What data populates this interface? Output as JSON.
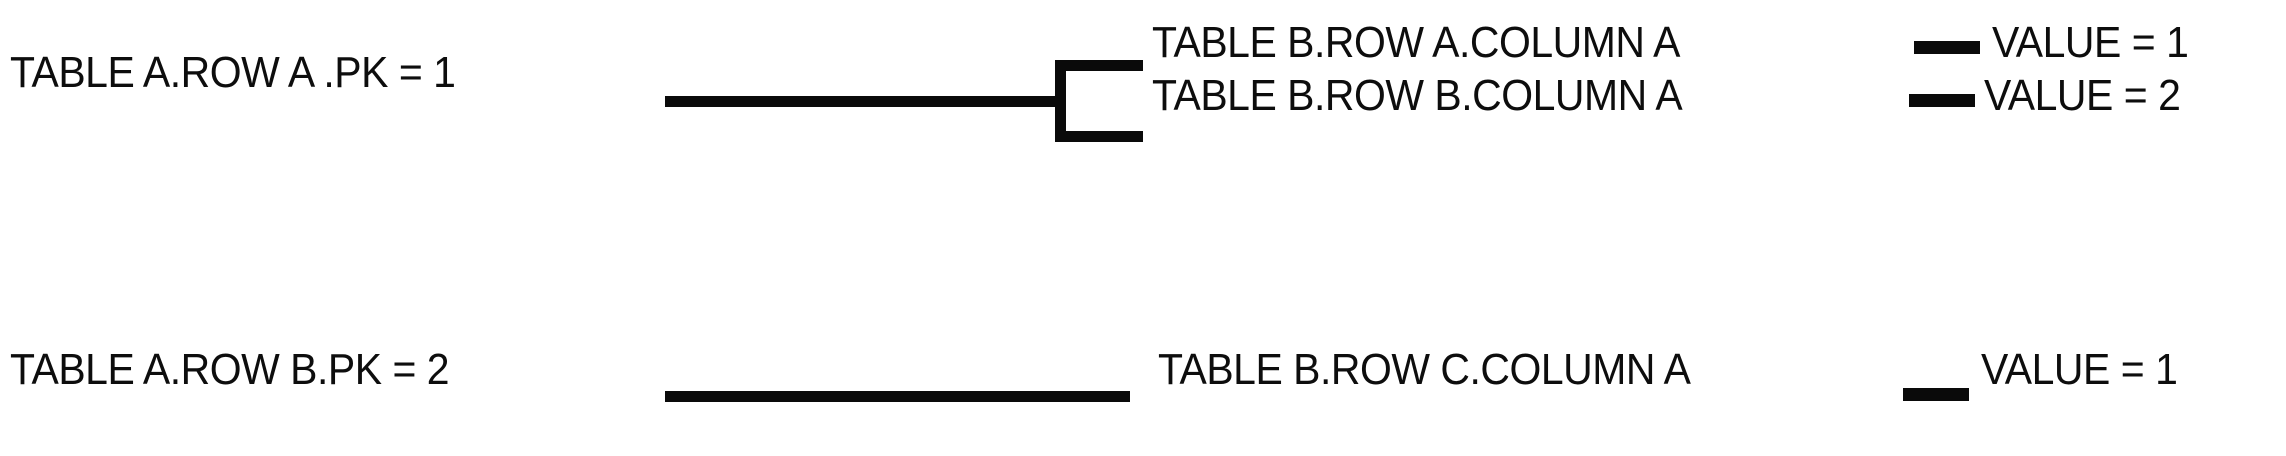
{
  "diagram": {
    "type": "relationship-tree",
    "title": "",
    "background_color": "#ffffff",
    "stroke_color": "#0a0a0a",
    "text_color": "#0d0d0d",
    "groups": [
      {
        "id": "group-1",
        "parent": {
          "label": "TABLE A.ROW A .PK = 1",
          "table": "TABLE A",
          "row": "ROW A",
          "field": "PK",
          "value": "1"
        },
        "connector": "bracket",
        "children": [
          {
            "label": "TABLE B.ROW A.COLUMN A",
            "table": "TABLE B",
            "row": "ROW A",
            "column": "COLUMN A",
            "separator": "dash",
            "value_label": "VALUE = 1",
            "value": "1"
          },
          {
            "label": "TABLE B.ROW B.COLUMN A",
            "table": "TABLE B",
            "row": "ROW B",
            "column": "COLUMN A",
            "separator": "dash",
            "value_label": "VALUE = 2",
            "value": "2"
          }
        ]
      },
      {
        "id": "group-2",
        "parent": {
          "label": "TABLE A.ROW B.PK = 2",
          "table": "TABLE A",
          "row": "ROW B",
          "field": "PK",
          "value": "2"
        },
        "connector": "line",
        "children": [
          {
            "label": "TABLE B.ROW C.COLUMN A",
            "table": "TABLE B",
            "row": "ROW C",
            "column": "COLUMN A",
            "separator": "dash",
            "value_label": "VALUE = 1",
            "value": "1"
          }
        ]
      }
    ]
  }
}
